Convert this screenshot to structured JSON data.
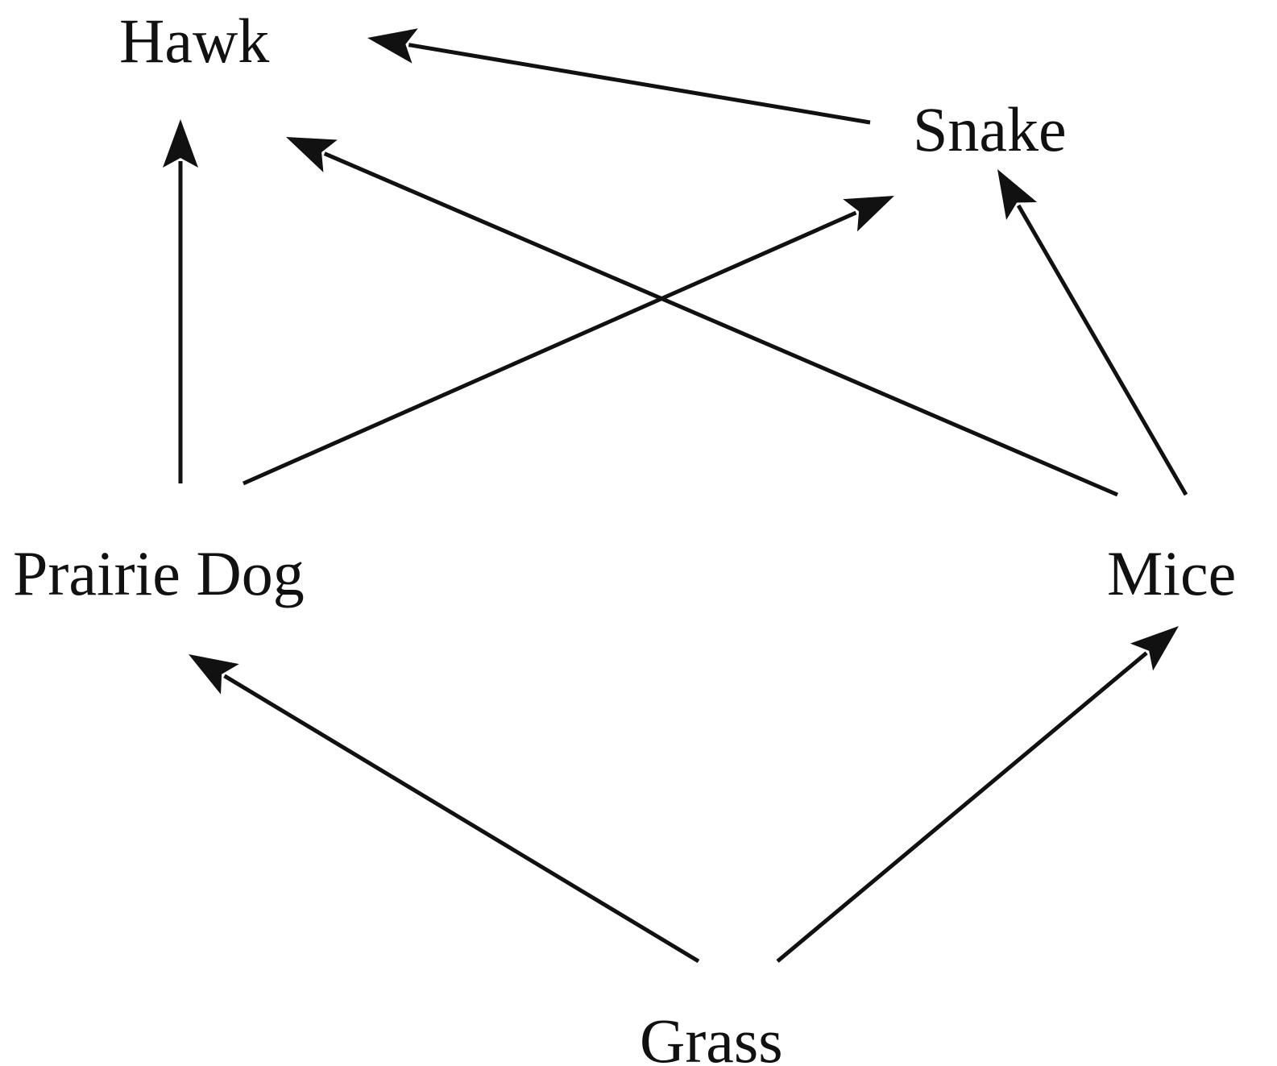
{
  "diagram": {
    "type": "food-web",
    "colors": {
      "ink": "#111111",
      "background": "#ffffff"
    },
    "nodes": [
      {
        "id": "hawk",
        "label": "Hawk"
      },
      {
        "id": "snake",
        "label": "Snake"
      },
      {
        "id": "prairie_dog",
        "label": "Prairie Dog"
      },
      {
        "id": "mice",
        "label": "Mice"
      },
      {
        "id": "grass",
        "label": "Grass"
      }
    ],
    "edges": [
      {
        "from": "snake",
        "to": "hawk"
      },
      {
        "from": "prairie_dog",
        "to": "hawk"
      },
      {
        "from": "mice",
        "to": "hawk"
      },
      {
        "from": "prairie_dog",
        "to": "snake"
      },
      {
        "from": "mice",
        "to": "snake"
      },
      {
        "from": "grass",
        "to": "prairie_dog"
      },
      {
        "from": "grass",
        "to": "mice"
      }
    ]
  }
}
